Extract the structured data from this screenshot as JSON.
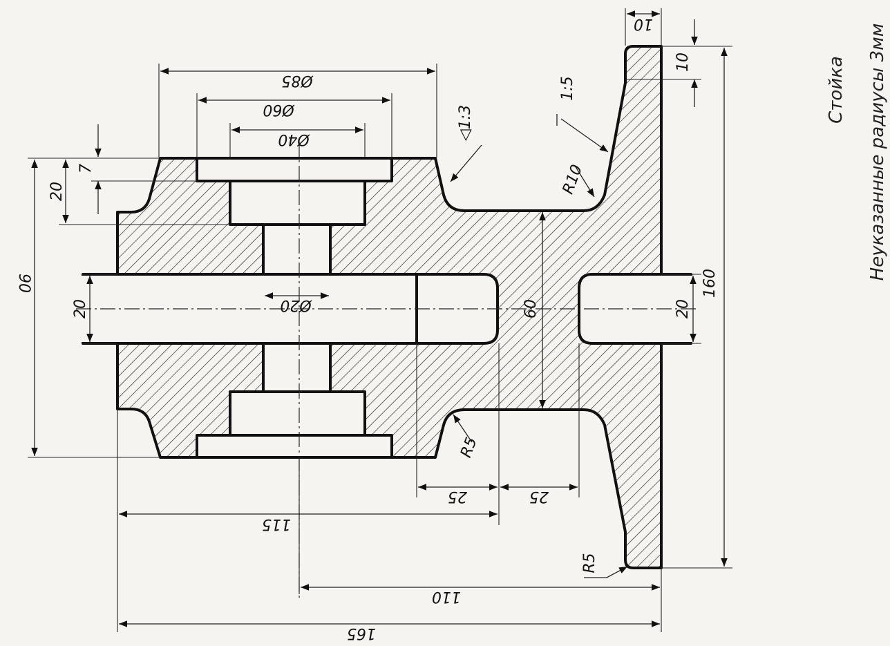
{
  "title": "Стойка",
  "note": "Неуказанные радиусы 3мм",
  "slope": "1:5",
  "taper": "◁1:3",
  "dims": {
    "d85": "Ø85",
    "d60": "Ø60",
    "d40": "Ø40",
    "d20": "Ø20",
    "h7": "7",
    "h20a": "20",
    "h90": "90",
    "h20b": "20",
    "w10": "10",
    "h10": "10",
    "r10": "R10",
    "v60": "60",
    "v20": "20",
    "v160": "160",
    "r5a": "R5",
    "r5b": "R5",
    "w25a": "25",
    "w25b": "25",
    "l115": "115",
    "l110": "110",
    "l165": "165"
  }
}
